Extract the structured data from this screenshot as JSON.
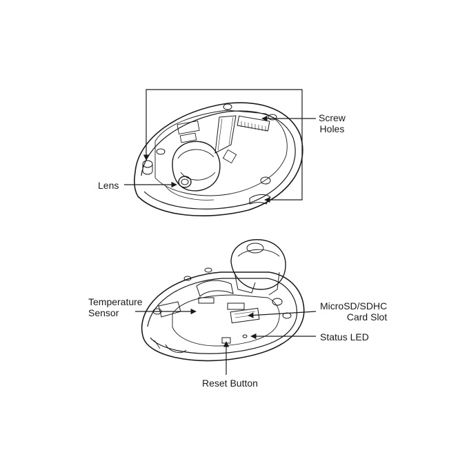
{
  "figure_top": {
    "labels": {
      "screw_holes": [
        "Screw",
        "Holes"
      ],
      "lens": "Lens"
    }
  },
  "figure_bottom": {
    "labels": {
      "temperature_sensor": [
        "Temperature",
        "Sensor"
      ],
      "card_slot": [
        "MicroSD/SDHC",
        "Card Slot"
      ],
      "status_led": "Status LED",
      "reset_button": "Reset Button"
    }
  },
  "colors": {
    "line": "#1a1a1a",
    "background": "#ffffff"
  }
}
